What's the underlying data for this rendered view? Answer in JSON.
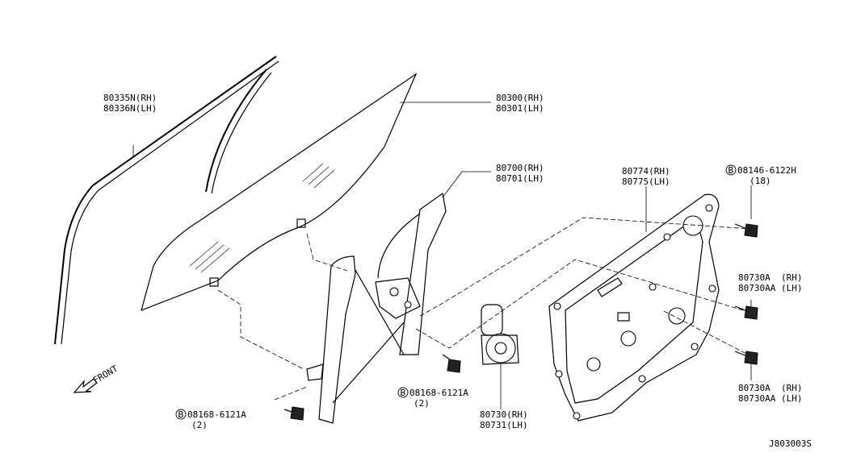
{
  "labels": {
    "seal": [
      "80335N(RH)",
      "80336N(LH)"
    ],
    "glass": [
      "80300(RH)",
      "80301(LH)"
    ],
    "regulator": [
      "80700(RH)",
      "80701(LH)"
    ],
    "module": [
      "80774(RH)",
      "80775(LH)"
    ],
    "bolt_b_top": [
      "08146-6122H",
      "(18)"
    ],
    "bolt_right_1": [
      "80730A  (RH)",
      "80730AA (LH)"
    ],
    "bolt_right_2": [
      "80730A  (RH)",
      "80730AA (LH)"
    ],
    "bolt_b_center": [
      "08168-6121A",
      "(2)"
    ],
    "bolt_b_left": [
      "08168-6121A",
      "(2)"
    ],
    "motor": [
      "80730(RH)",
      "80731(LH)"
    ]
  },
  "bolt_symbol": "B",
  "front_label": "FRONT",
  "diagram_code": "J803003S"
}
